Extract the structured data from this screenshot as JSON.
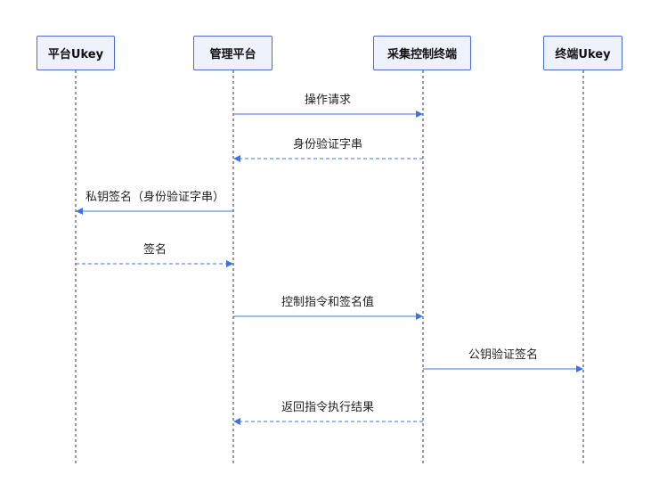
{
  "actors": [
    {
      "label": "平台Ukey"
    },
    {
      "label": "管理平台"
    },
    {
      "label": "采集控制终端"
    },
    {
      "label": "终端Ukey"
    }
  ],
  "messages": [
    {
      "label": "操作请求",
      "from": 1,
      "to": 2,
      "style": "solid"
    },
    {
      "label": "身份验证字串",
      "from": 2,
      "to": 1,
      "style": "dashed"
    },
    {
      "label": "私钥签名（身份验证字串）",
      "from": 1,
      "to": 0,
      "style": "solid"
    },
    {
      "label": "签名",
      "from": 0,
      "to": 1,
      "style": "dashed"
    },
    {
      "label": "控制指令和签名值",
      "from": 1,
      "to": 2,
      "style": "solid"
    },
    {
      "label": "公钥验证签名",
      "from": 2,
      "to": 3,
      "style": "solid"
    },
    {
      "label": "返回指令执行结果",
      "from": 2,
      "to": 1,
      "style": "dashed"
    }
  ],
  "colors": {
    "arrow": "#3b73e6",
    "lifeline": "#333333",
    "actor_border": "#4a6bd0",
    "actor_fill": "#eef2fd"
  }
}
